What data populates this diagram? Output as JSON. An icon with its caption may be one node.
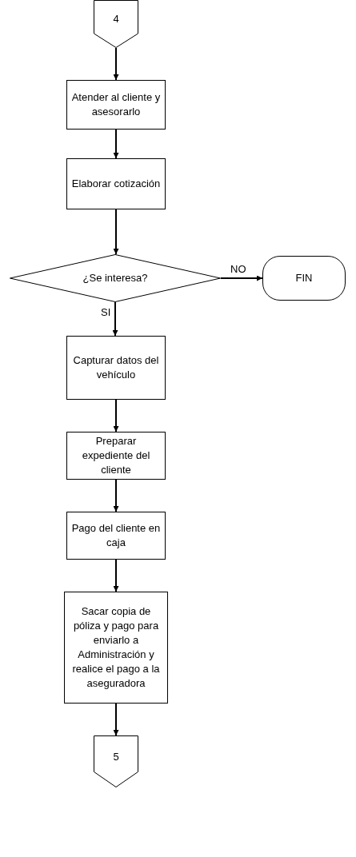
{
  "diagram": {
    "nodes": [
      {
        "text": [
          "4"
        ]
      },
      {
        "text": [
          "Atender al cliente y asesorarlo"
        ]
      },
      {
        "text": [
          "Elaborar cotización"
        ]
      },
      {
        "text": [
          "¿Se interesa?"
        ]
      },
      {
        "text": [
          "FIN"
        ]
      },
      {
        "text": [
          "Capturar datos del vehículo"
        ]
      },
      {
        "text": [
          "Preparar expediente del cliente"
        ]
      },
      {
        "text": [
          "Pago del cliente en caja"
        ]
      },
      {
        "text": [
          "Sacar copia de póliza y pago para enviarlo a Administración y realice el pago a la aseguradora"
        ]
      },
      {
        "text": [
          "5"
        ]
      }
    ],
    "edges": [
      {
        "from": 0,
        "to": 1,
        "arrow": "to"
      },
      {
        "from": 1,
        "to": 2,
        "arrow": "to"
      },
      {
        "from": 2,
        "to": 3,
        "arrow": "to"
      },
      {
        "from": 3,
        "to": 4,
        "arrow": "to",
        "label": "NO"
      },
      {
        "from": 3,
        "to": 5,
        "arrow": "to",
        "label": "SI"
      },
      {
        "from": 5,
        "to": 6,
        "arrow": "to"
      },
      {
        "from": 6,
        "to": 7,
        "arrow": "to"
      },
      {
        "from": 7,
        "to": 8,
        "arrow": "to"
      },
      {
        "from": 8,
        "to": 9,
        "arrow": "to"
      }
    ]
  }
}
